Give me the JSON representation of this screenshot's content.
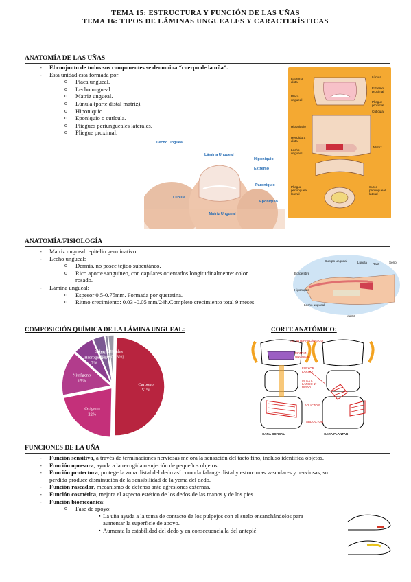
{
  "titles": {
    "line1": "TEMA 15: ESTRUCTURA Y FUNCIÓN DE LAS UÑAS",
    "line2": "TEMA 16: TIPOS DE LÁMINAS UNGUEALES Y CARACTERÍSTICAS"
  },
  "anatomia": {
    "heading": "ANATOMÍA DE LAS UÑAS",
    "item1": "El conjunto de todos sus componentes se denomina “cuerpo de la uña”.",
    "item2": "Esta unidad está formada por:",
    "components": [
      "Placa ungueal.",
      "Lecho ungueal.",
      "Matriz ungueal.",
      "Lúnula (parte distal matriz).",
      "Hiponiquio.",
      "Eponiquio o cutícula.",
      "Pliegues periungueales laterales.",
      "Pliegue proximal."
    ]
  },
  "toe_photo": {
    "labels": {
      "lecho": "Lecho Ungueal",
      "lamina": "Lámina Ungueal",
      "hiponiquio": "Hiponiquio",
      "extremo": "Extremo",
      "paroniquio": "Paroniquio",
      "lunula": "Lúnula",
      "eponiquio": "Eponiquio",
      "matriz": "Matriz Ungueal"
    }
  },
  "finger_diagram": {
    "labels": {
      "extremo_distal": "Extremo distal",
      "placa_ungueal": "Placa ungueal",
      "lunula": "Lúnula",
      "extremo_proximal": "Extremo proximal",
      "pliegue_proximal": "Pliegue proximal",
      "cuticula": "Cutícula",
      "hiponiquio": "Hiponiquio",
      "hendidura_distal": "Hendidura distal",
      "lecho_ungueal": "Lecho ungueal",
      "matriz": "Matriz",
      "pliegue_lateral": "Pliegue periungueal lateral",
      "surco_lateral": "Surco periungueal lateral"
    }
  },
  "fisiologia": {
    "heading": "ANATOMÍA/FISIOLOGÍA",
    "matriz": "Matriz ungueal: epitelio germinativo.",
    "lecho": "Lecho ungueal:",
    "lecho_sub1": "Dermis, no posee tejido subcutáneo.",
    "lecho_sub2a": "Rico aporte sanguíneo, con capilares orientados longitudinalmente: color",
    "lecho_sub2b": "rosado.",
    "lamina": "Lámina ungueal:",
    "lamina_sub1": "Espesor 0.5-0.75mm. Formada por queratina.",
    "lamina_sub2": "Ritmo crecimiento: 0.03 -0.05 mm/24h.Completo crecimiento total 9 meses."
  },
  "section_diagram": {
    "labels": {
      "cuerpo": "Cuerpo ungueal",
      "lunula": "Lúnula",
      "raiz": "Raíz",
      "seno": "Seno",
      "borde_libre": "Borde libre",
      "hiponiquio": "Hiponiquio",
      "lecho": "Lecho ungueal",
      "matriz": "Matriz"
    }
  },
  "composicion": {
    "heading": "COMPOSICIÓN QUÍMICA DE LA LÁMINA UNGUEAL:"
  },
  "chart_data": {
    "type": "pie",
    "slices": [
      {
        "label": "Carbono",
        "pct": "51%",
        "value": 51,
        "color": "#b8243f"
      },
      {
        "label": "Oxígeno",
        "pct": "22%",
        "value": 22,
        "color": "#c4307a"
      },
      {
        "label": "Nitrógeno",
        "pct": "15%",
        "value": 15,
        "color": "#b23c8c"
      },
      {
        "label": "Hidrógeno",
        "pct": "7%",
        "value": 7,
        "color": "#8c3d90"
      },
      {
        "label": "Azufre",
        "pct": "4%",
        "value": 4,
        "color": "#7c5a93"
      },
      {
        "label": "Sales minerales",
        "pct": "1%",
        "value": 1,
        "color": "#8e8ba0"
      },
      {
        "label": "Otros",
        "pct": "2% (<0.03%)",
        "value": 2,
        "color": "#9b9aa8"
      }
    ]
  },
  "corte": {
    "heading": "CORTE ANATÓMICO:",
    "labels": {
      "lig": "LIG. INTERFALÁNGICO",
      "matriz": "MATRIZ UNGUEAL",
      "flexor": "FLEXOR LARGO",
      "ext": "M. EXT. LARGO 1º DEDO",
      "aductor": "ADUCTOR",
      "abductor": "ABDUCTOR",
      "cara_dorsal": "CARA DORSAL",
      "cara_plantar": "CARA PLANTAR"
    }
  },
  "funciones": {
    "heading": "FUNCIONES DE LA UÑA",
    "f1_b": "Función sensitiva",
    "f1": ", a través de terminaciones nerviosas mejora la sensación del tacto fino, incluso identifica objetos.",
    "f2_b": "Función opresora",
    "f2": ", ayuda a la recogida o sujeción de pequeños objetos.",
    "f3_b": "Función protectora",
    "f3a": ", protege la zona distal del dedo así como la falange distal y estructuras vasculares y nerviosas, su",
    "f3b": "perdida produce disminución de la sensibilidad de la yema del dedo.",
    "f4_b": "Función rascador",
    "f4": ", mecanismo de defensa ante agresiones externas.",
    "f5_b": "Función cosmética",
    "f5": ", mejora el aspecto estético de los dedos de las manos y de los pies.",
    "f6_b": "Función biomecánica",
    "f6": ":",
    "apoyo": "Fase de apoyo:",
    "apoyo1a": "La uña ayuda a la toma de contacto de los pulpejos con el suelo ensanchándolos para",
    "apoyo1b": "aumentar la superficie de apoyo.",
    "apoyo2": "Aumenta la estabilidad del dedo y en consecuencia la del antepié."
  }
}
